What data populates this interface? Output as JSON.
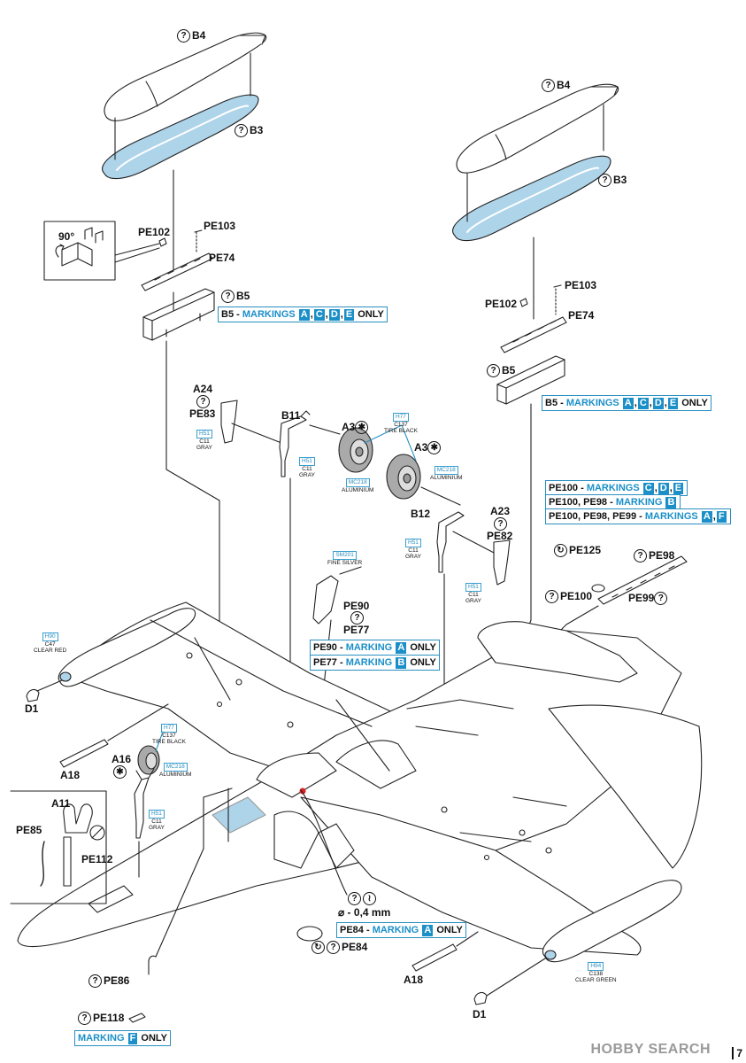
{
  "labels": {
    "b4_left": "B4",
    "b3_left": "B3",
    "b4_right": "B4",
    "b3_right": "B3",
    "angle": "90°",
    "pe102_left": "PE102",
    "pe103_left": "PE103",
    "pe74_left": "PE74",
    "b5_left": "B5",
    "pe102_right": "PE102",
    "pe103_right": "PE103",
    "pe74_right": "PE74",
    "b5_right": "B5",
    "a24": "A24",
    "pe83": "PE83",
    "b11": "B11",
    "a3_left": "A3",
    "a3_right": "A3",
    "b12": "B12",
    "a23": "A23",
    "pe82": "PE82",
    "pe125": "PE125",
    "pe98": "PE98",
    "pe100": "PE100",
    "pe99": "PE99",
    "pe90": "PE90",
    "pe77": "PE77",
    "d1_left": "D1",
    "a18_left": "A18",
    "a16": "A16",
    "a11": "A11",
    "pe85": "PE85",
    "pe112": "PE112",
    "wire": "⌀ - 0,4 mm",
    "pe84": "PE84",
    "a18_right": "A18",
    "d1_right": "D1",
    "pe86": "PE86",
    "pe118": "PE118"
  },
  "notes": {
    "b5_left": {
      "pre": "B5 - ",
      "hl": "MARKINGS",
      "boxes": [
        "A",
        "C",
        "D",
        "E"
      ],
      "post": " ONLY"
    },
    "b5_right": {
      "pre": "B5 - ",
      "hl": "MARKINGS",
      "boxes": [
        "A",
        "C",
        "D",
        "E"
      ],
      "post": " ONLY"
    },
    "pe100": {
      "pre": "PE100 - ",
      "hl": "MARKINGS",
      "boxes": [
        "C",
        "D",
        "E"
      ],
      "post": ""
    },
    "pe98": {
      "pre": "PE100, PE98 - ",
      "hl": "MARKING",
      "boxes": [
        "B"
      ],
      "post": ""
    },
    "pe99": {
      "pre": "PE100, PE98, PE99 - ",
      "hl": "MARKINGS",
      "boxes": [
        "A",
        "F"
      ],
      "post": ""
    },
    "pe90": {
      "pre": "PE90 - ",
      "hl": "MARKING",
      "boxes": [
        "A"
      ],
      "post": " ONLY"
    },
    "pe77": {
      "pre": "PE77 - ",
      "hl": "MARKING",
      "boxes": [
        "B"
      ],
      "post": " ONLY"
    },
    "pe84": {
      "pre": "PE84 - ",
      "hl": "MARKING",
      "boxes": [
        "A"
      ],
      "post": " ONLY"
    },
    "pe118": {
      "pre": "",
      "hl": "MARKING",
      "boxes": [
        "F"
      ],
      "post": " ONLY"
    }
  },
  "paints": {
    "h77_top": {
      "code": "H77",
      "c": "C137",
      "name": "TIRE BLACK"
    },
    "h51_a24": {
      "code": "H51",
      "c": "C11",
      "name": "GRAY"
    },
    "h51_b11": {
      "code": "H51",
      "c": "C11",
      "name": "GRAY"
    },
    "mc218_a3l": {
      "code": "MC218",
      "c": "",
      "name": "ALUMINIUM"
    },
    "mc218_a3r": {
      "code": "MC218",
      "c": "",
      "name": "ALUMINIUM"
    },
    "h51_b12": {
      "code": "H51",
      "c": "C11",
      "name": "GRAY"
    },
    "h51_a23": {
      "code": "H51",
      "c": "C11",
      "name": "GRAY"
    },
    "sm201": {
      "code": "SM201",
      "c": "",
      "name": "FINE SILVER"
    },
    "h90": {
      "code": "H90",
      "c": "C47",
      "name": "CLEAR RED"
    },
    "h77_a16": {
      "code": "H77",
      "c": "C137",
      "name": "TIRE BLACK"
    },
    "mc218_a16": {
      "code": "MC218",
      "c": "",
      "name": "ALUMINIUM"
    },
    "h51_nose": {
      "code": "H51",
      "c": "C11",
      "name": "GRAY"
    },
    "h94": {
      "code": "H94",
      "c": "C138",
      "name": "CLEAR GREEN"
    }
  },
  "symbols": {
    "question": "?",
    "star": "✱",
    "rotate": "↻",
    "wire": "≀"
  },
  "colors": {
    "accent": "#1b8fc8",
    "part_fill": "#aed4ea",
    "line": "#222222"
  },
  "footer": {
    "watermark": "HOBBY SEARCH",
    "page": "7"
  }
}
